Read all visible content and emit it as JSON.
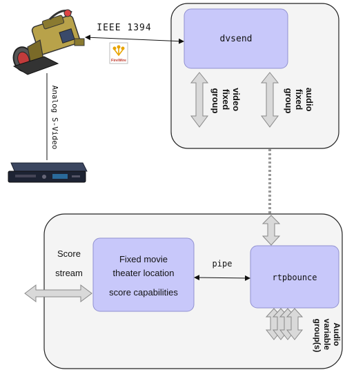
{
  "top_link": {
    "label": "IEEE 1394",
    "firewire_logo_text": "FireWire"
  },
  "analog_link": {
    "label": "Analog S-Video"
  },
  "top_group": {
    "box_label": "dvsend",
    "video_label": [
      "video",
      "fixed",
      "group"
    ],
    "audio_label": [
      "audio",
      "fixed",
      "group"
    ]
  },
  "bottom_group": {
    "score_box_lines": [
      "Fixed movie",
      "theater location",
      "score capabilities"
    ],
    "pipe_label": "pipe",
    "rtp_box_label": "rtpbounce",
    "score_stream_lines": [
      "Score",
      "stream"
    ],
    "audio_variable_label": [
      "Audio",
      "variable",
      "group(s)"
    ]
  },
  "colors": {
    "container_fill": "#f4f4f4",
    "container_stroke": "#222222",
    "box_fill": "#c8c8fa",
    "box_stroke": "#9090d0",
    "arrow_fill": "#d9d9d9",
    "arrow_stroke": "#888888"
  }
}
